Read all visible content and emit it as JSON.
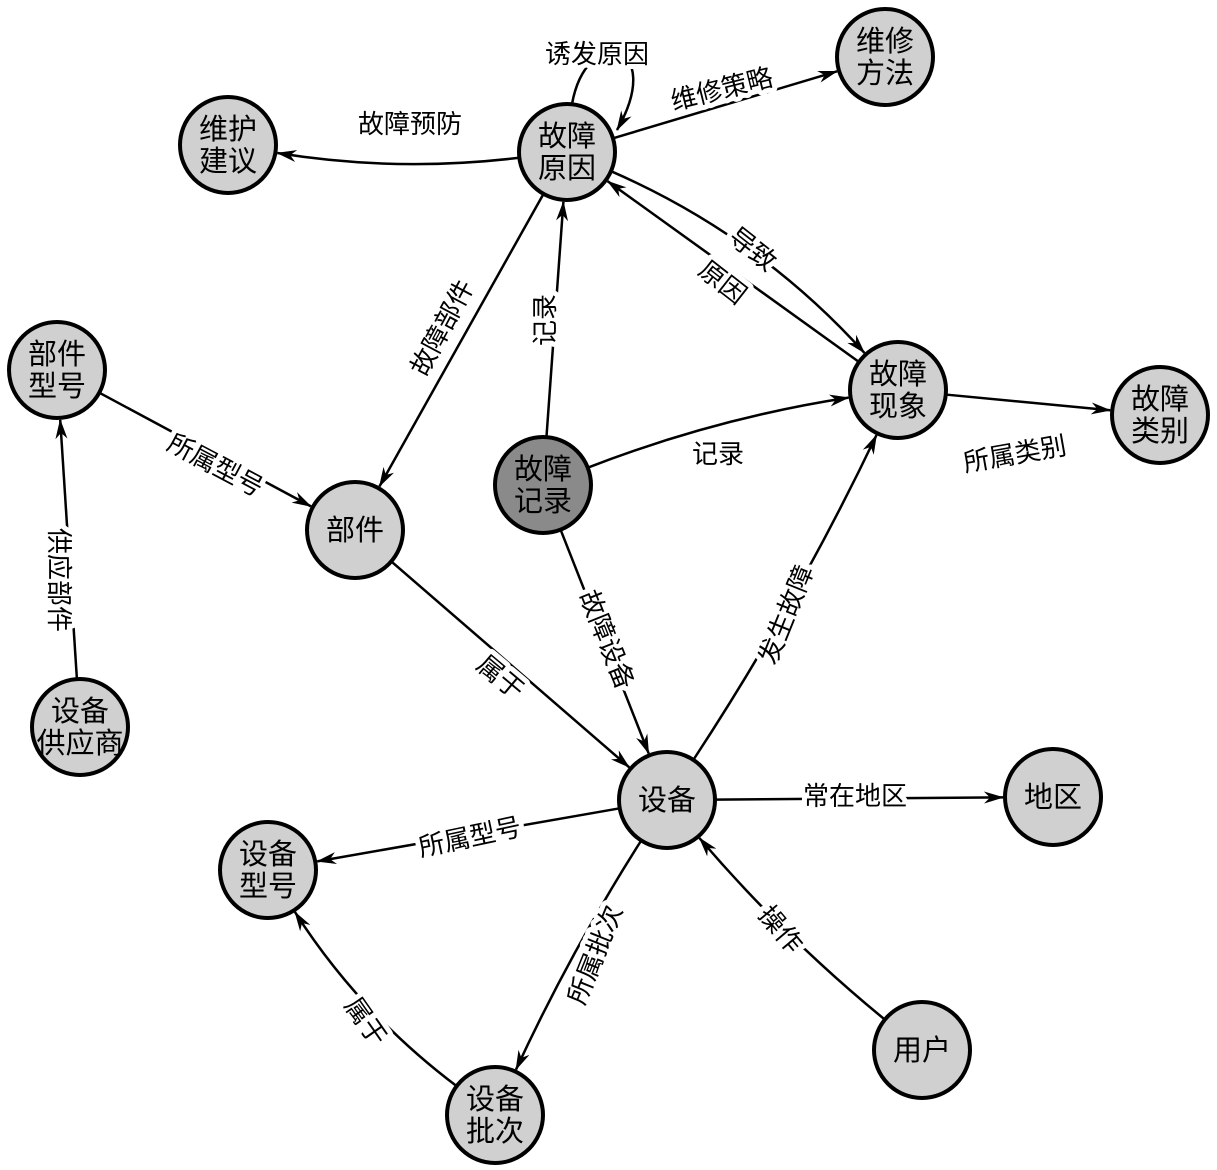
{
  "nodes": [
    {
      "id": "cause",
      "lines": [
        "故障",
        "原因"
      ],
      "style": "normal"
    },
    {
      "id": "method",
      "lines": [
        "维修",
        "方法"
      ],
      "style": "normal"
    },
    {
      "id": "advice",
      "lines": [
        "维护",
        "建议"
      ],
      "style": "normal"
    },
    {
      "id": "partmodel",
      "lines": [
        "部件",
        "型号"
      ],
      "style": "normal"
    },
    {
      "id": "part",
      "lines": [
        "部件"
      ],
      "style": "normal"
    },
    {
      "id": "record",
      "lines": [
        "故障",
        "记录"
      ],
      "style": "dark"
    },
    {
      "id": "phenom",
      "lines": [
        "故障",
        "现象"
      ],
      "style": "normal"
    },
    {
      "id": "category",
      "lines": [
        "故障",
        "类别"
      ],
      "style": "normal"
    },
    {
      "id": "supplier",
      "lines": [
        "设备",
        "供应商"
      ],
      "style": "normal"
    },
    {
      "id": "device",
      "lines": [
        "设备"
      ],
      "style": "normal"
    },
    {
      "id": "region",
      "lines": [
        "地区"
      ],
      "style": "normal"
    },
    {
      "id": "devmodel",
      "lines": [
        "设备",
        "型号"
      ],
      "style": "normal"
    },
    {
      "id": "user",
      "lines": [
        "用户"
      ],
      "style": "normal"
    },
    {
      "id": "batch",
      "lines": [
        "设备",
        "批次"
      ],
      "style": "normal"
    }
  ],
  "edges": [
    {
      "from": "cause",
      "to": "advice",
      "label": "故障预防"
    },
    {
      "from": "cause",
      "to": "method",
      "label": "维修策略"
    },
    {
      "from": "cause",
      "to": "cause",
      "label": "诱发原因"
    },
    {
      "from": "cause",
      "to": "part",
      "label": "故障部件"
    },
    {
      "from": "record",
      "to": "cause",
      "label": "记录"
    },
    {
      "from": "cause",
      "to": "phenom",
      "label": "导致"
    },
    {
      "from": "phenom",
      "to": "cause",
      "label": "原因"
    },
    {
      "from": "record",
      "to": "phenom",
      "label": "记录"
    },
    {
      "from": "phenom",
      "to": "category",
      "label": "所属类别"
    },
    {
      "from": "partmodel",
      "to": "part",
      "label": "所属型号"
    },
    {
      "from": "supplier",
      "to": "partmodel",
      "label": "供应部件"
    },
    {
      "from": "part",
      "to": "device",
      "label": "属于"
    },
    {
      "from": "record",
      "to": "device",
      "label": "故障设备"
    },
    {
      "from": "device",
      "to": "phenom",
      "label": "发生故障"
    },
    {
      "from": "device",
      "to": "region",
      "label": "常在地区"
    },
    {
      "from": "device",
      "to": "devmodel",
      "label": "所属型号"
    },
    {
      "from": "device",
      "to": "batch",
      "label": "所属批次"
    },
    {
      "from": "user",
      "to": "device",
      "label": "操作"
    },
    {
      "from": "batch",
      "to": "devmodel",
      "label": "属于"
    }
  ],
  "colors": {
    "node_fill": "#d0d0d0",
    "highlight_fill": "#8a8a8a",
    "stroke": "#000000"
  }
}
